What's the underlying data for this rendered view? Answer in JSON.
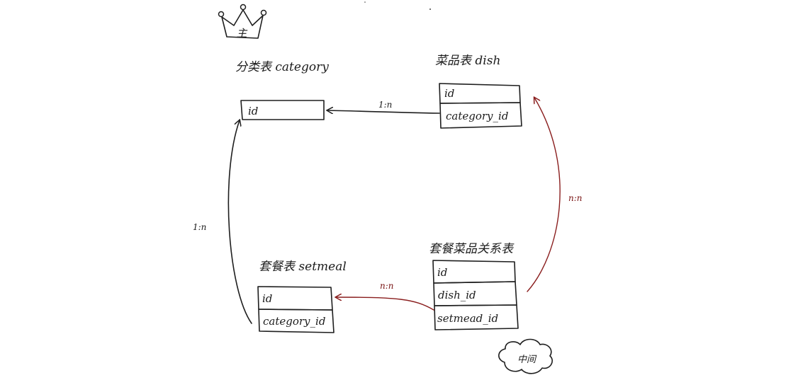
{
  "crown": {
    "label": "主"
  },
  "tables": {
    "category": {
      "title": "分类表 category",
      "fields": [
        "id"
      ]
    },
    "dish": {
      "title": "菜品表 dish",
      "fields": [
        "id",
        "category_id"
      ]
    },
    "setmeal": {
      "title": "套餐表 setmeal",
      "fields": [
        "id",
        "category_id"
      ]
    },
    "setmeal_dish": {
      "title": "套餐菜品关系表",
      "fields": [
        "id",
        "dish_id",
        "setmead_id"
      ]
    }
  },
  "relations": {
    "dish_category": "1:n",
    "setmeal_category": "1:n",
    "setmeal_dish_setmeal": "n:n",
    "setmeal_dish_dish": "n:n"
  },
  "note": {
    "label": "中间"
  },
  "colors": {
    "ink": "#1e1e1e",
    "red": "#8a1e1e"
  }
}
